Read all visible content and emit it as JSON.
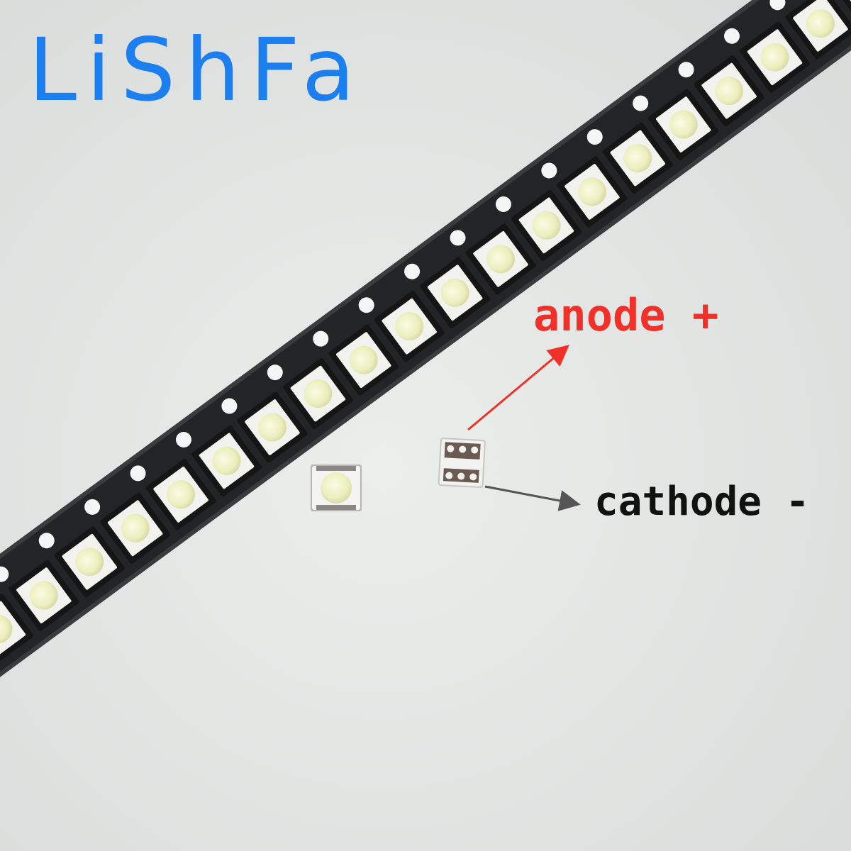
{
  "brand": {
    "text": "LiShFa",
    "color": "#1b7ff0"
  },
  "labels": {
    "anode": {
      "text": "anode +",
      "color": "#f0312a"
    },
    "cathode": {
      "text": "cathode -",
      "color": "#111111"
    }
  },
  "objects": {
    "tape": "led-carrier-tape",
    "led_front": "smd-led-front-view",
    "led_back": "smd-led-back-view",
    "anode_arrow_color": "#f0312a",
    "cathode_arrow_color": "#555555"
  }
}
